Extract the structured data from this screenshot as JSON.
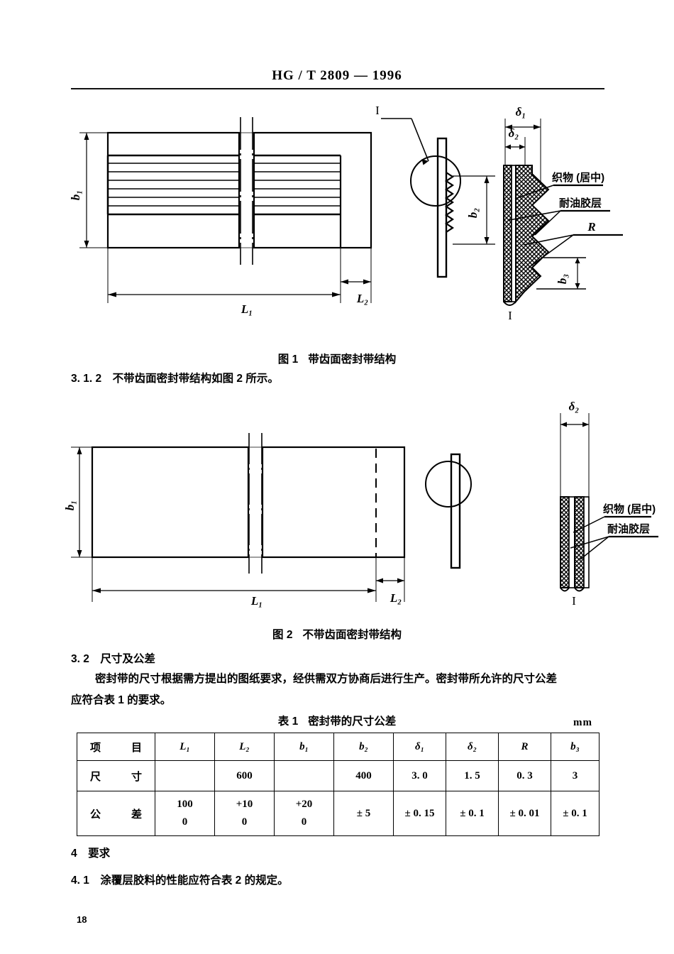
{
  "header": {
    "standard_code": "HG / T  2809 — 1996"
  },
  "figures": [
    {
      "caption_number": "图 1",
      "caption_title": "带齿面密封带结构",
      "labels": {
        "b1": "b₁",
        "b2": "b₂",
        "b3": "b₃",
        "L1": "L₁",
        "L2": "L₂",
        "delta1": "δ₁",
        "delta2": "δ₂",
        "R": "R",
        "detail_mark": "I",
        "fabric": "织物 (居中)",
        "oil_resistant_layer": "耐油胶层"
      }
    },
    {
      "caption_number": "图 2",
      "caption_title": "不带齿面密封带结构",
      "labels": {
        "b1": "b₁",
        "L1": "L₁",
        "L2": "L₂",
        "delta2": "δ₂",
        "detail_mark": "I",
        "fabric": "织物 (居中)",
        "oil_resistant_layer": "耐油胶层"
      }
    }
  ],
  "sections": {
    "s312": "3. 1. 2 不带齿面密封带结构如图 2 所示。",
    "s32_heading": "3. 2 尺寸及公差",
    "s32_body_line1": "密封带的尺寸根据需方提出的图纸要求，经供需双方协商后进行生产。密封带所允许的尺寸公差",
    "s32_body_line2": "应符合表 1 的要求。",
    "s4_heading": "4 要求",
    "s41": "4. 1 涂覆层胶料的性能应符合表 2 的规定。"
  },
  "table": {
    "caption_number": "表 1",
    "caption_title": "密封带的尺寸公差",
    "unit": "mm",
    "columns": [
      "项　目",
      "L₁",
      "L₂",
      "b₁",
      "b₂",
      "δ₁",
      "δ₂",
      "R",
      "b₃"
    ],
    "rows": [
      {
        "label": "尺　寸",
        "cells": [
          "",
          "600",
          "",
          "400",
          "3. 0",
          "1. 5",
          "0. 3",
          "3"
        ]
      },
      {
        "label": "公　差",
        "cells_top": [
          "100",
          "+10",
          "+20",
          "",
          "",
          "",
          "",
          ""
        ],
        "cells_bottom": [
          "0",
          "0",
          "0",
          "",
          "",
          "",
          "",
          ""
        ],
        "cells_single": [
          "",
          "",
          "",
          "± 5",
          "± 0. 15",
          "± 0. 1",
          "± 0. 01",
          "± 0. 1"
        ]
      }
    ]
  },
  "footer": {
    "page_number": "18"
  }
}
